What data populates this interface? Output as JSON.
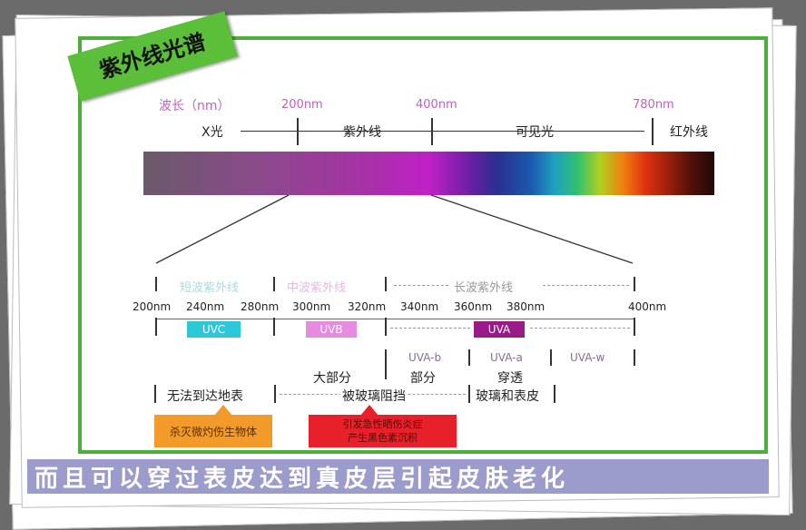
{
  "title": "紫外线光谱",
  "top_scale": {
    "axis_label": "波长（nm）",
    "ticks": [
      "200nm",
      "400nm",
      "780nm"
    ],
    "regions": [
      "X光",
      "紫外线",
      "可见光",
      "红外线"
    ]
  },
  "uv_scale": {
    "bands": [
      "短波紫外线",
      "中波紫外线",
      "长波紫外线"
    ],
    "ticks": [
      "200nm",
      "240nm",
      "280nm",
      "300nm",
      "320nm",
      "340nm",
      "360nm",
      "380nm",
      "400nm"
    ],
    "tags": [
      "UVC",
      "UVB",
      "UVA"
    ],
    "uva_sub": [
      "UVA-b",
      "UVA-a",
      "UVA-w"
    ]
  },
  "effects": {
    "uvc": "无法到达地表",
    "uvb_top": "大部分",
    "uvb_mid": "被玻璃阻挡",
    "uvab_top": "部分",
    "uvaa_top": "穿透",
    "uvaa_mid": "玻璃和表皮",
    "orange_box": "杀灭微灼伤生物体",
    "red_box_line1": "引发急性晒伤炎症",
    "red_box_line2": "产生黑色素沉积"
  },
  "caption": "而且可以穿过表皮达到真皮层引起皮肤老化",
  "colors": {
    "green": "#4caf3a",
    "uvc": "#2cc8d8",
    "uvb": "#e58ce0",
    "uva": "#9a1a8a",
    "orange": "#f29a2a",
    "red": "#e8202a"
  }
}
